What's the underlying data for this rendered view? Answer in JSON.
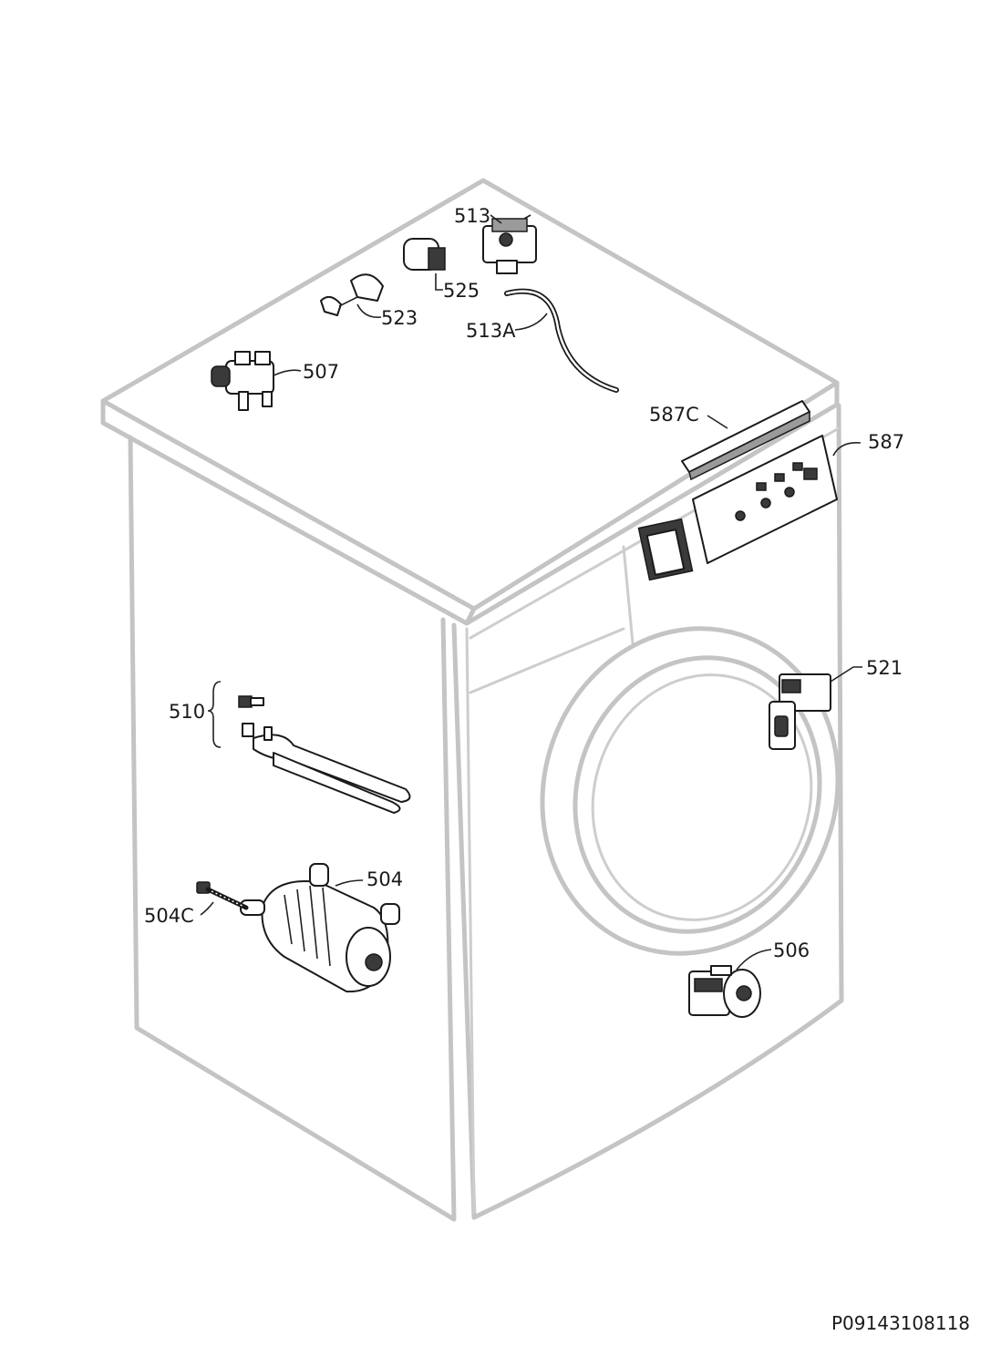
{
  "callouts": {
    "c513": "513",
    "c525": "525",
    "c523": "523",
    "c513a": "513A",
    "c507": "507",
    "c587c": "587C",
    "c587": "587",
    "c521": "521",
    "c510": "510",
    "c504": "504",
    "c504c": "504C",
    "c506": "506"
  },
  "document_id": "P09143108118",
  "colors": {
    "appliance_outline": "#c4c4c4",
    "part_stroke": "#1a1a1a",
    "text": "#1a1a1a"
  }
}
